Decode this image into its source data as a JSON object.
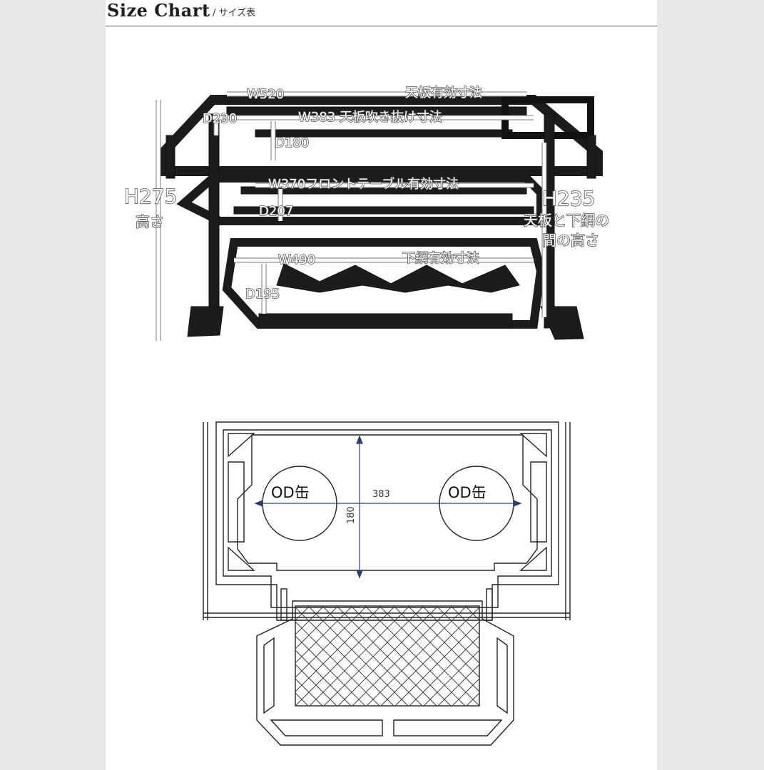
{
  "header": {
    "title": "Size Chart",
    "subtitle": "/ サイズ表"
  },
  "perspective": {
    "w520": "W520",
    "top_effective": "天板有効寸法",
    "d230": "D230",
    "w383_cutout": "W383 天板吹き抜け寸法",
    "d180": "D180",
    "w370_front": "W370フロントテーブル有効寸法",
    "d207": "D207",
    "h275": "H275",
    "height": "高さ",
    "h235": "H235",
    "between_1": "天板と下網の",
    "between_2": "間の高さ",
    "w490": "W490",
    "lower_net": "下網有効寸法",
    "d195": "D195"
  },
  "plan": {
    "od_left": "OD缶",
    "od_right": "OD缶",
    "width_dim": "383",
    "depth_dim": "180"
  }
}
